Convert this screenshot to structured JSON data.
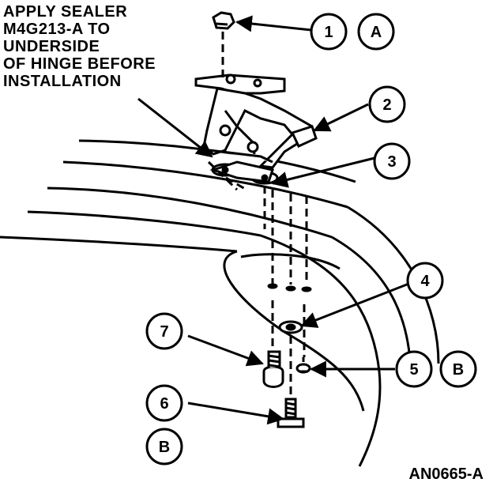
{
  "instruction": {
    "lines": [
      "APPLY SEALER",
      "M4G213-A TO",
      "UNDERSIDE",
      "OF HINGE BEFORE",
      "INSTALLATION"
    ]
  },
  "callouts": {
    "c1": "1",
    "cA": "A",
    "c2": "2",
    "c3": "3",
    "c4": "4",
    "c5": "5",
    "cB1": "B",
    "c6": "6",
    "c7": "7",
    "cB2": "B"
  },
  "figure_code": "AN0665-A"
}
